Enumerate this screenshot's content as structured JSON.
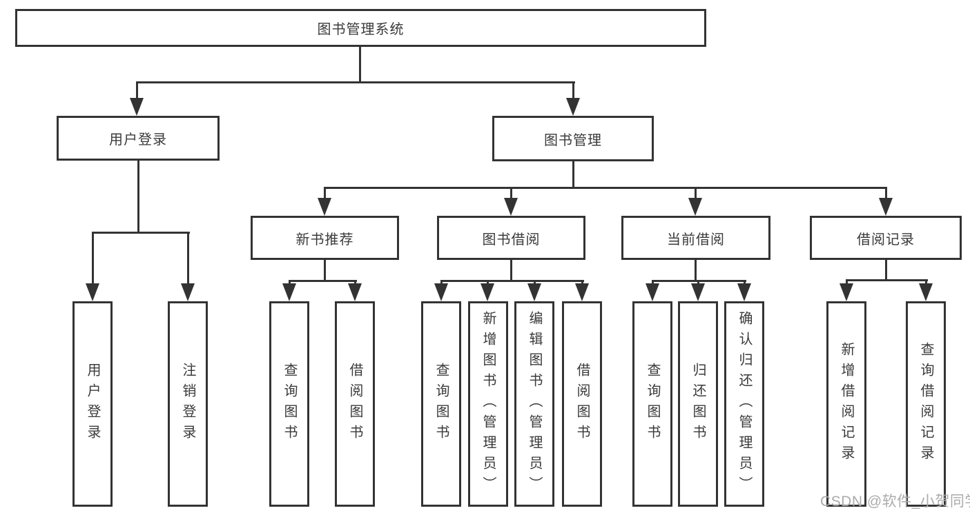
{
  "colors": {
    "line": "#333333",
    "text": "#3a3a3a",
    "box-bg": "#ffffff",
    "watermark": "#ababab"
  },
  "tree": {
    "root": {
      "label": "图书管理系统"
    },
    "level2": [
      {
        "label": "用户登录",
        "children": [
          {
            "label": "用户登录"
          },
          {
            "label": "注销登录"
          }
        ]
      },
      {
        "label": "图书管理",
        "children": [
          {
            "label": "新书推荐",
            "children": [
              {
                "label": "查询图书"
              },
              {
                "label": "借阅图书"
              }
            ]
          },
          {
            "label": "图书借阅",
            "children": [
              {
                "label": "查询图书"
              },
              {
                "label": "新增图书（管理员）"
              },
              {
                "label": "编辑图书（管理员）"
              },
              {
                "label": "借阅图书"
              }
            ]
          },
          {
            "label": "当前借阅",
            "children": [
              {
                "label": "查询图书"
              },
              {
                "label": "归还图书"
              },
              {
                "label": "确认归还（管理员）"
              }
            ]
          },
          {
            "label": "借阅记录",
            "children": [
              {
                "label": "新增借阅记录"
              },
              {
                "label": "查询借阅记录"
              }
            ]
          }
        ]
      }
    ]
  },
  "watermark": {
    "text": "CSDN @软件_小贺同学"
  }
}
